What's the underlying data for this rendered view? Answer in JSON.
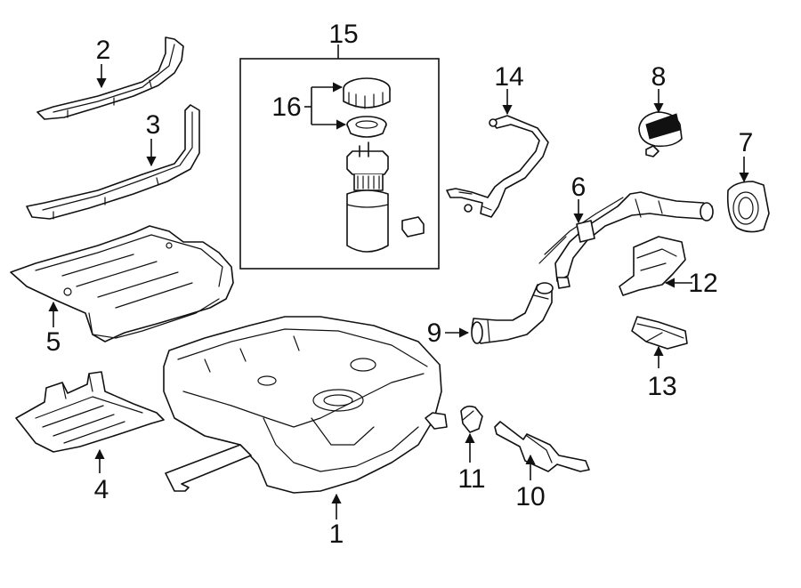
{
  "callouts": [
    {
      "id": "p1",
      "text": "1"
    },
    {
      "id": "p2",
      "text": "2"
    },
    {
      "id": "p3",
      "text": "3"
    },
    {
      "id": "p4",
      "text": "4"
    },
    {
      "id": "p5",
      "text": "5"
    },
    {
      "id": "p6",
      "text": "6"
    },
    {
      "id": "p7",
      "text": "7"
    },
    {
      "id": "p8",
      "text": "8"
    },
    {
      "id": "p9",
      "text": "9"
    },
    {
      "id": "p10",
      "text": "10"
    },
    {
      "id": "p11",
      "text": "11"
    },
    {
      "id": "p12",
      "text": "12"
    },
    {
      "id": "p13",
      "text": "13"
    },
    {
      "id": "p14",
      "text": "14"
    },
    {
      "id": "p15",
      "text": "15"
    },
    {
      "id": "p16",
      "text": "16"
    }
  ]
}
